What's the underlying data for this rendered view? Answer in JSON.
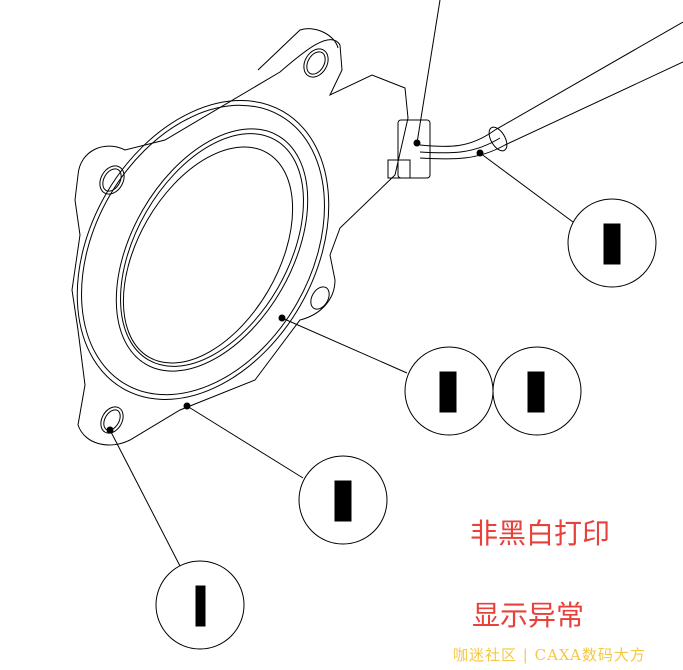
{
  "annotations": {
    "note_print": "非黑白打印",
    "note_display": "显示异常"
  },
  "watermark": "咖迷社区 | CAXA数码大方",
  "balloons": [
    {
      "id": "balloon-cable",
      "label": ""
    },
    {
      "id": "balloon-inner-ring",
      "label": ""
    },
    {
      "id": "balloon-inner-ring-2",
      "label": ""
    },
    {
      "id": "balloon-outer-ring",
      "label": ""
    },
    {
      "id": "balloon-mount-hole",
      "label": ""
    }
  ],
  "colors": {
    "annotation": "#e8403a",
    "watermark": "#f5c842",
    "line": "#000000"
  }
}
